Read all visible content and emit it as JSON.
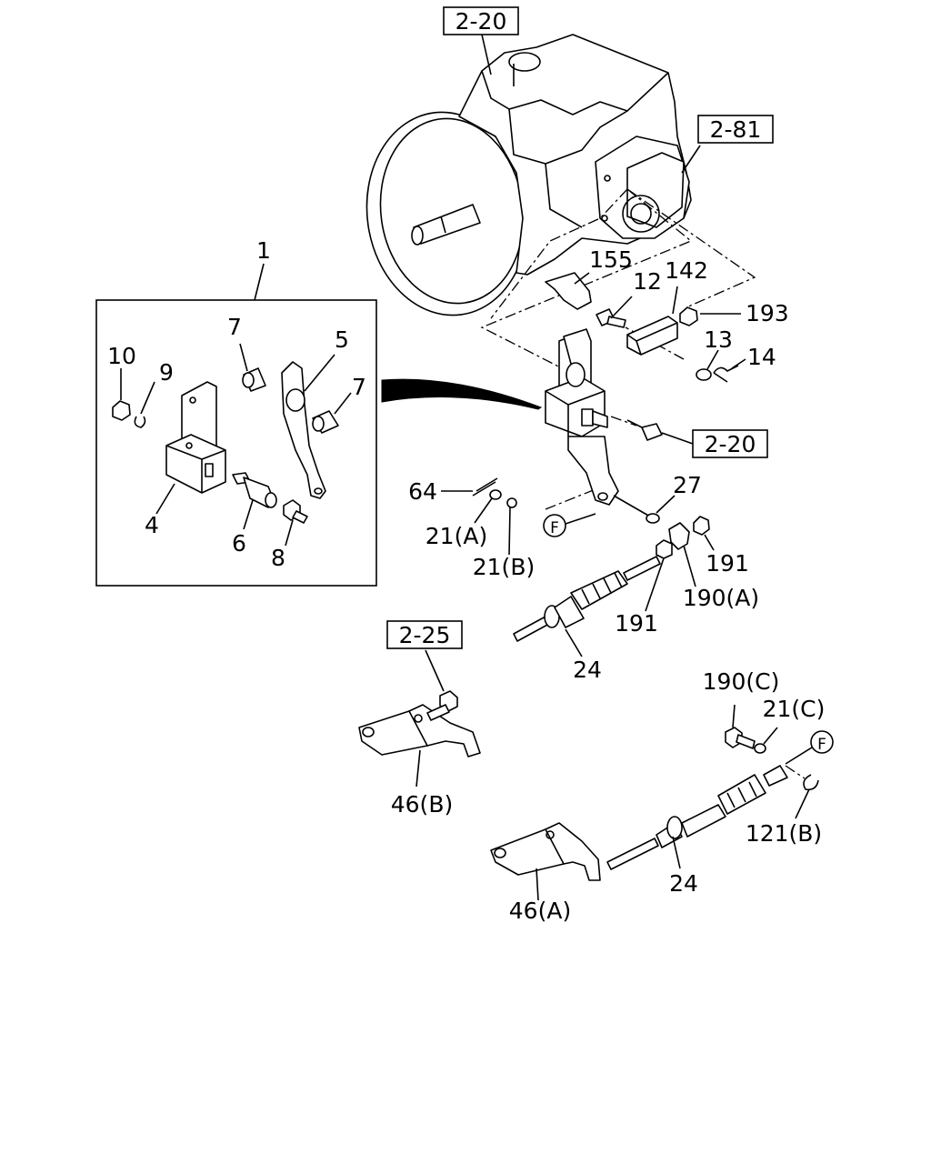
{
  "references": {
    "ref_top": "2-20",
    "ref_right": "2-81",
    "ref_mid": "2-20",
    "ref_bracket": "2-25"
  },
  "callouts": {
    "c1": "1",
    "c4": "4",
    "c5": "5",
    "c6": "6",
    "c7a": "7",
    "c7b": "7",
    "c8": "8",
    "c9": "9",
    "c10": "10",
    "c12": "12",
    "c13": "13",
    "c14": "14",
    "c21a": "21(A)",
    "c21b": "21(B)",
    "c21c": "21(C)",
    "c24a": "24",
    "c24b": "24",
    "c27": "27",
    "c46a": "46(A)",
    "c46b": "46(B)",
    "c64": "64",
    "c121b": "121(B)",
    "c142": "142",
    "c155": "155",
    "c190a": "190(A)",
    "c190c": "190(C)",
    "c191a": "191",
    "c191b": "191",
    "c193": "193",
    "fa": "F",
    "fb": "F"
  }
}
